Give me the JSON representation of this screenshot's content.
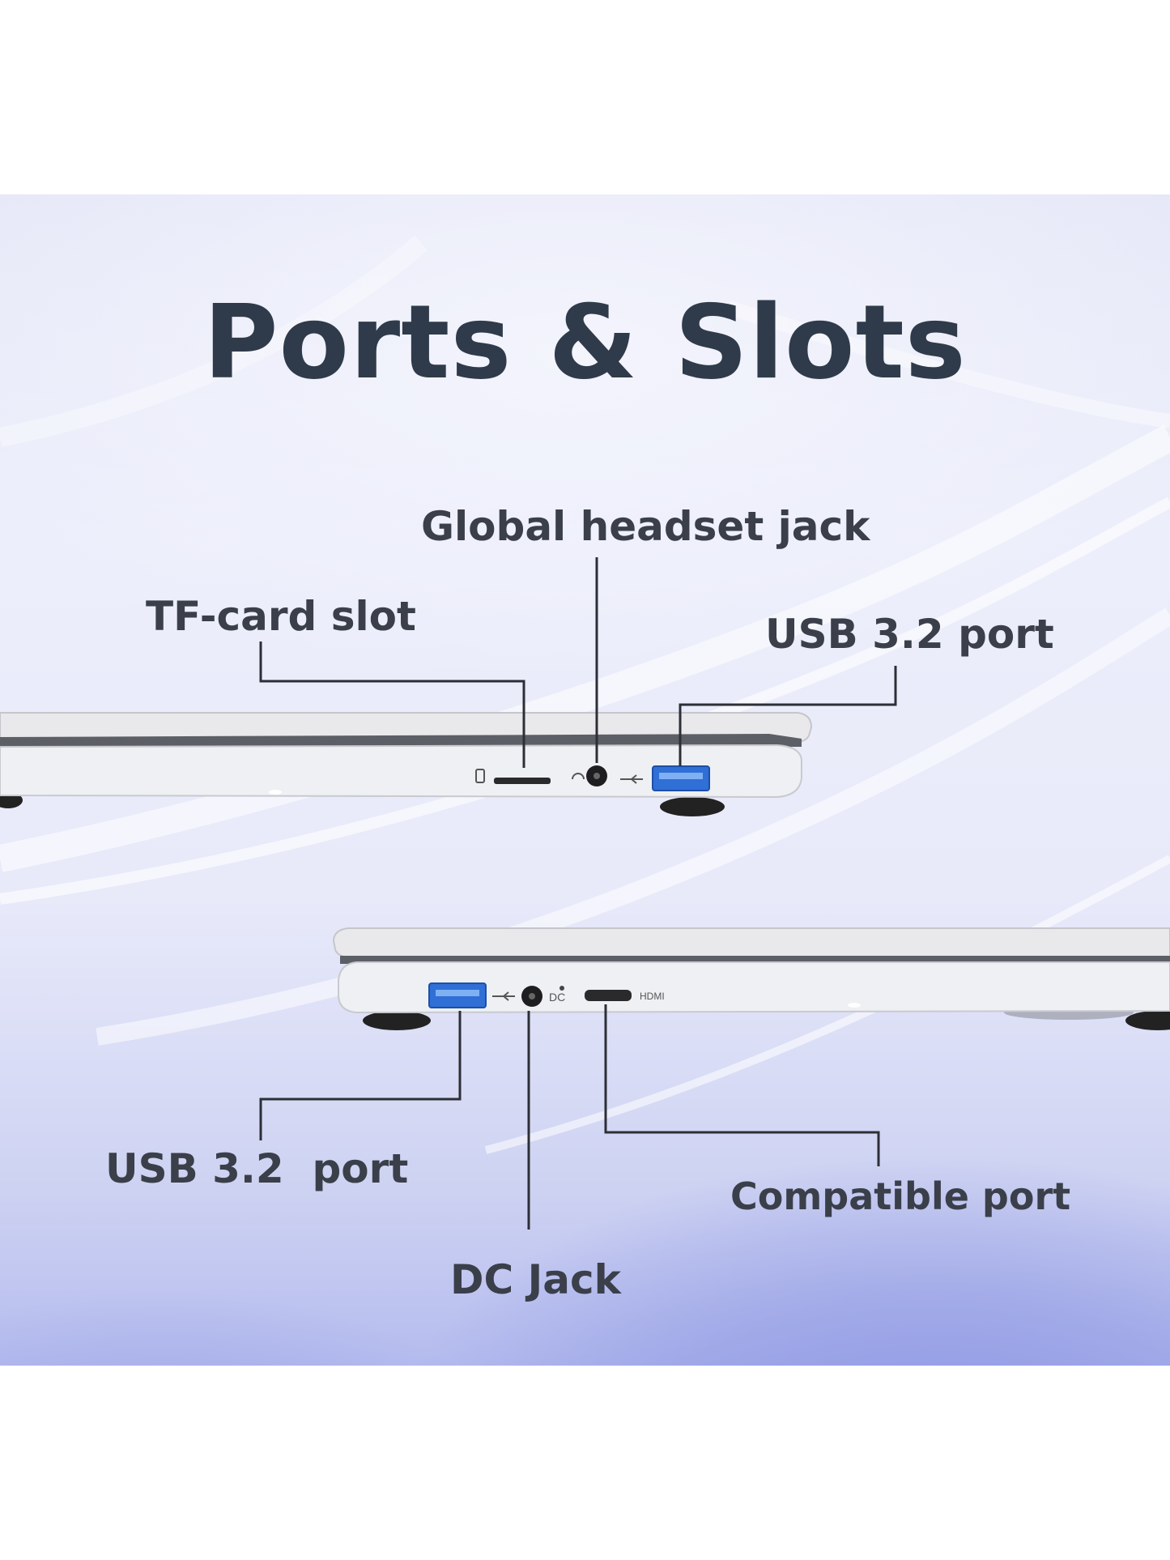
{
  "title": "Ports & Slots",
  "callouts": {
    "tf_card_slot": "TF-card slot",
    "global_headset_jack": "Global headset jack",
    "usb_port_right": "USB 3.2 port",
    "usb_port_left": "USB 3.2  port",
    "dc_jack": "DC Jack",
    "compatible_port": "Compatible port"
  },
  "port_markings": {
    "dc": "DC",
    "hdmi": "HDMI"
  },
  "colors": {
    "title": "#2f3b4a",
    "label": "#3a3f4a",
    "usb_blue": "#2f6fd6",
    "accent_bg": "#8d97e3"
  }
}
